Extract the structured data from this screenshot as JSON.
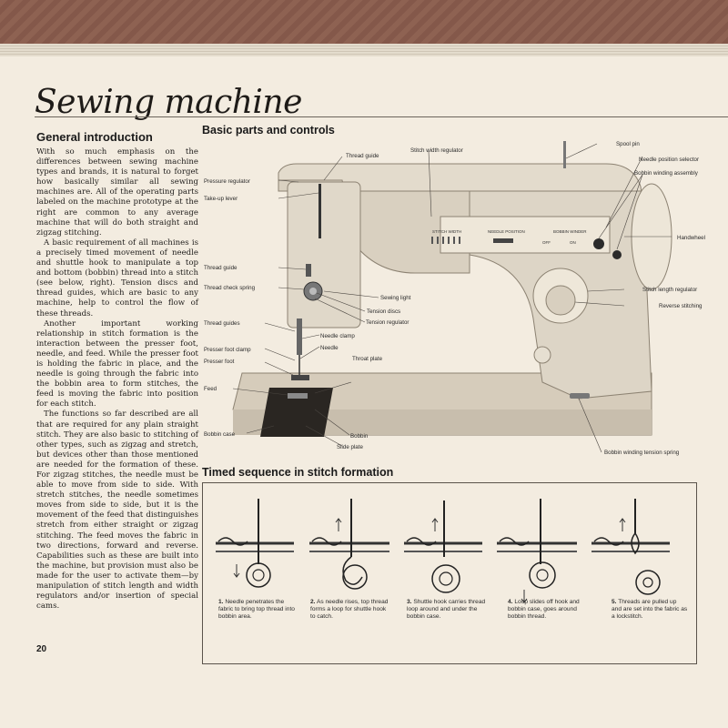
{
  "title": "Sewing machine",
  "intro": {
    "heading": "General introduction",
    "paragraphs": [
      "With so much emphasis on the differences between sewing machine types and brands, it is natural to forget how basically similar all sewing machines are. All of the operating parts labeled on the machine prototype at the right are common to any average machine that will do both straight and zigzag stitching.",
      "A basic requirement of all machines is a precisely timed movement of needle and shuttle hook to manipulate a top and bottom (bobbin) thread into a stitch (see below, right). Tension discs and thread guides, which are basic to any machine, help to control the flow of these threads.",
      "Another important working relationship in stitch formation is the interaction between the presser foot, needle, and feed. While the presser foot is holding the fabric in place, and the needle is going through the fabric into the bobbin area to form stitches, the feed is moving the fabric into position for each stitch.",
      "The functions so far described are all that are required for any plain straight stitch. They are also basic to stitching of other types, such as zigzag and stretch, but devices other than those mentioned are needed for the formation of these. For zigzag stitches, the needle must be able to move from side to side. With stretch stitches, the needle sometimes moves from side to side, but it is the movement of the feed that distinguishes stretch from either straight or zigzag stitching. The feed moves the fabric in two directions, forward and reverse. Capabilities such as these are built into the machine, but provision must also be made for the user to activate them—by manipulation of stitch length and width regulators and/or insertion of special cams."
    ]
  },
  "page_number": "20",
  "parts": {
    "heading": "Basic parts and controls",
    "labels": {
      "thread_guide_top": "Thread guide",
      "stitch_width_regulator": "Stitch width regulator",
      "spool_pin": "Spool pin",
      "needle_position_selector": "Needle position selector",
      "bobbin_winding_assembly": "Bobbin winding assembly",
      "pressure_regulator": "Pressure regulator",
      "take_up_lever": "Take-up lever",
      "handwheel": "Handwheel",
      "thread_guide_left": "Thread guide",
      "thread_check_spring": "Thread check spring",
      "sewing_light": "Sewing light",
      "tension_discs": "Tension discs",
      "tension_regulator": "Tension regulator",
      "stitch_length_regulator": "Stitch length regulator",
      "reverse_stitching": "Reverse stitching",
      "thread_guides": "Thread guides",
      "needle_clamp": "Needle clamp",
      "needle": "Needle",
      "presser_foot_clamp": "Presser foot clamp",
      "presser_foot": "Presser foot",
      "throat_plate": "Throat plate",
      "feed": "Feed",
      "bobbin_case": "Bobbin case",
      "bobbin": "Bobbin",
      "slide_plate": "Slide plate",
      "bobbin_winding_tension_spring": "Bobbin winding tension spring"
    },
    "machine_panel": {
      "stitch_width": "STITCH WIDTH",
      "needle_position": "NEEDLE POSITION",
      "bobbin_winder": "BOBBIN WINDER",
      "off": "OFF",
      "on": "ON"
    }
  },
  "sequence": {
    "heading": "Timed sequence in stitch formation",
    "steps": [
      {
        "num": "1.",
        "text": "Needle penetrates the fabric to bring top thread into bobbin area."
      },
      {
        "num": "2.",
        "text": "As needle rises, top thread forms a loop for shuttle hook to catch."
      },
      {
        "num": "3.",
        "text": "Shuttle hook carries thread loop around and under the bobbin case."
      },
      {
        "num": "4.",
        "text": "Loop slides off hook and bobbin case, goes around bobbin thread."
      },
      {
        "num": "5.",
        "text": "Threads are pulled up and are set into the fabric as a lockstitch."
      }
    ]
  },
  "colors": {
    "page": "#f3ece0",
    "machine_body": "#ddd5c6",
    "machine_shadow": "#b9b0a0",
    "ink": "#1e1b18"
  }
}
